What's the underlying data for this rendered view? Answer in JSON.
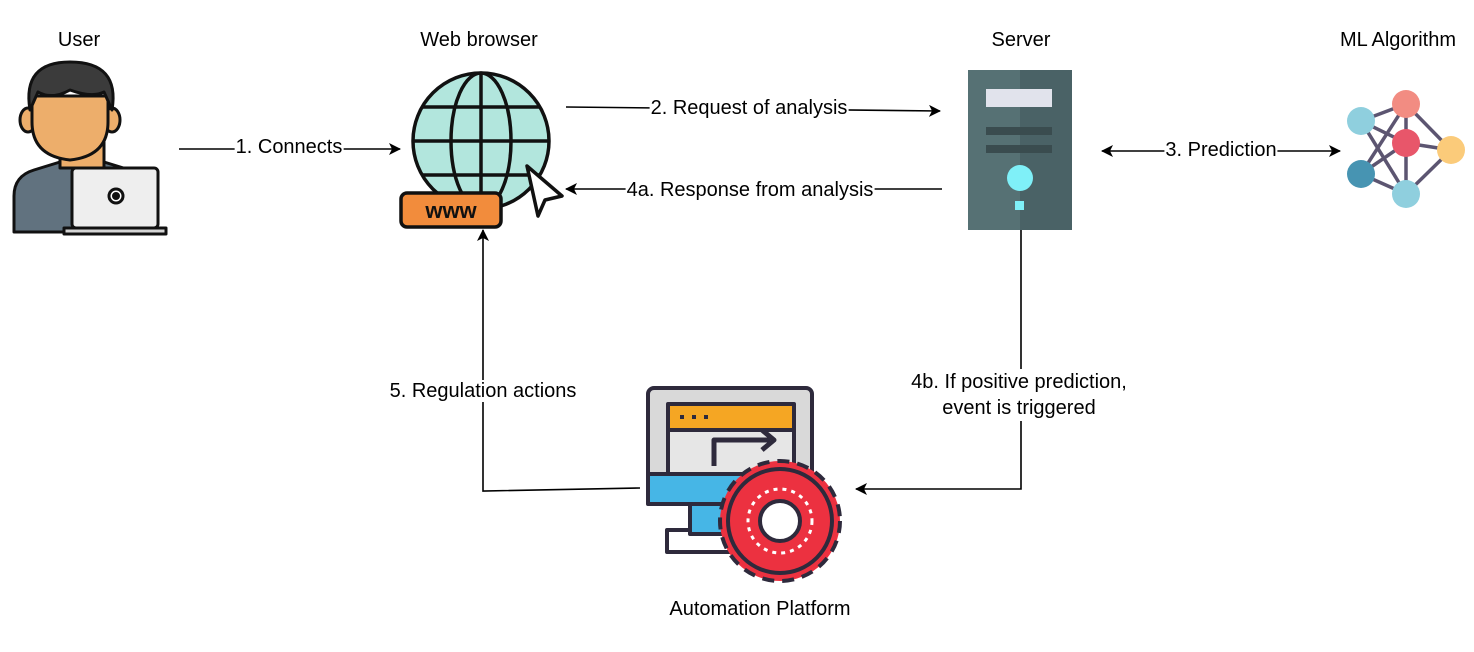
{
  "nodes": {
    "user": {
      "label": "User",
      "icon": "user-laptop-icon"
    },
    "browser": {
      "label": "Web browser",
      "icon": "globe-www-icon"
    },
    "server": {
      "label": "Server",
      "icon": "server-tower-icon"
    },
    "ml": {
      "label": "ML Algorithm",
      "icon": "neural-network-icon"
    },
    "automation": {
      "label": "Automation Platform",
      "icon": "monitor-gear-icon"
    }
  },
  "edges": {
    "connects": "1. Connects",
    "request": "2. Request of analysis",
    "prediction": "3. Prediction",
    "response": "4a. Response from analysis",
    "event_line1": "4b. If positive prediction,",
    "event_line2": "event is triggered",
    "regulation": "5. Regulation actions"
  },
  "colors": {
    "skin": "#EDAE6B",
    "hair": "#3B3B3B",
    "shirt": "#61727F",
    "globe": "#B2E6DD",
    "www_badge": "#F28C3C",
    "server_body": "#4A6266",
    "server_light": "#7FF0F8",
    "gear": "#EC3140",
    "window_bar": "#F5A623",
    "monitor_stand": "#46B6E6"
  }
}
